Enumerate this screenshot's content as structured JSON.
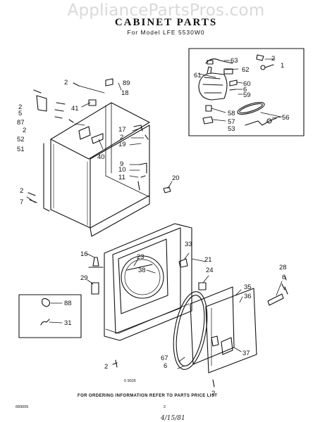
{
  "watermark": "AppliancePartsPros.com",
  "title": "CABINET PARTS",
  "model": "For Model LFE 5530W0",
  "drawing_id": "0 9026",
  "footer_note": "FOR ORDERING INFORMATION REFER TO PARTS PRICE LIST",
  "form_number": "689005",
  "page_number": "2",
  "signature": "4/15/81",
  "callouts": {
    "c1": "1",
    "c2a": "2",
    "c63": "63",
    "c62": "62",
    "c61": "61",
    "c60": "60",
    "c6a": "6",
    "c59": "59",
    "c58": "58",
    "c57": "57",
    "c53": "53",
    "c56": "56",
    "c2b": "2",
    "c89": "89",
    "c18": "18",
    "c2c": "2",
    "c5": "5",
    "c41": "41",
    "c87": "87",
    "c2d": "2",
    "c52": "52",
    "c51": "51",
    "c17": "17",
    "c2e": "2",
    "c19": "19",
    "c40": "40",
    "c9": "9",
    "c10": "10",
    "c11": "11",
    "c20": "20",
    "c2f": "2",
    "c7": "7",
    "c33": "33",
    "c21": "21",
    "c16": "16",
    "c23": "23",
    "c38": "38",
    "c24": "24",
    "c29": "29",
    "c28": "28",
    "c6b": "6",
    "c35": "35",
    "c36": "36",
    "c88": "88",
    "c31": "31",
    "c67": "67",
    "c6c": "6",
    "c37": "37",
    "c2g": "2",
    "c2h": "2"
  }
}
